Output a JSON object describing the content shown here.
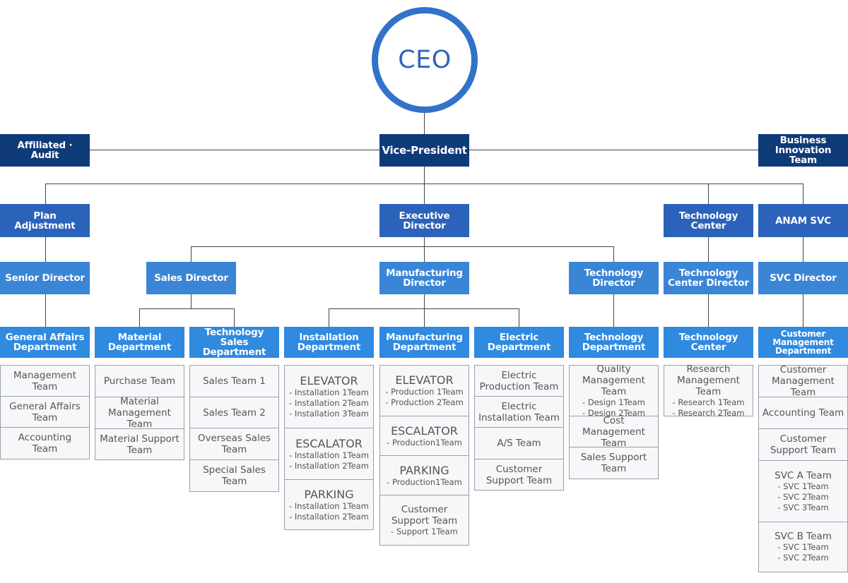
{
  "ceo": "CEO",
  "top_row": {
    "affiliated": "Affiliated · Audit",
    "vice_president": "Vice-President",
    "business_innovation": "Business\nInnovation Team"
  },
  "level2": {
    "plan_adjustment": "Plan Adjustment",
    "executive_director": "Executive\nDirector",
    "technology_center": "Technology\nCenter",
    "anam_svc": "ANAM SVC"
  },
  "level3": {
    "senior_director": "Senior Director",
    "sales_director": "Sales Director",
    "manufacturing_director": "Manufacturing\nDirector",
    "technology_director": "Technology\nDirector",
    "technology_center_director": "Technology\nCenter Director",
    "svc_director": "SVC Director"
  },
  "departments": {
    "general_affairs": "General Affairs\nDepartment",
    "material": "Material\nDepartment",
    "technology_sales": "Technology Sales\nDepartment",
    "installation": "Installation\nDepartment",
    "manufacturing": "Manufacturing\nDepartment",
    "electric": "Electric\nDepartment",
    "technology": "Technology\nDepartment",
    "technology_center": "Technology\nCenter",
    "customer_management": "Customer\nManagement\nDepartment"
  },
  "teams": {
    "general_affairs": [
      {
        "title": "Management\nTeam"
      },
      {
        "title": "General Affairs\nTeam"
      },
      {
        "title": "Accounting\nTeam"
      }
    ],
    "material": [
      {
        "title": "Purchase Team"
      },
      {
        "title": "Material\nManagement Team"
      },
      {
        "title": "Material Support\nTeam"
      }
    ],
    "technology_sales": [
      {
        "title": "Sales Team 1"
      },
      {
        "title": "Sales Team 2"
      },
      {
        "title": "Overseas Sales\nTeam"
      },
      {
        "title": "Special Sales\nTeam"
      }
    ],
    "installation": [
      {
        "title": "ELEVATOR",
        "sub": "- Installation 1Team\n- Installation 2Team\n- Installation 3Team"
      },
      {
        "title": "ESCALATOR",
        "sub": "- Installation 1Team\n- Installation 2Team"
      },
      {
        "title": "PARKING",
        "sub": "- Installation 1Team\n- Installation 2Team"
      }
    ],
    "manufacturing": [
      {
        "title": "ELEVATOR",
        "sub": "- Production 1Team\n- Production 2Team"
      },
      {
        "title": "ESCALATOR",
        "sub": "- Production1Team"
      },
      {
        "title": "PARKING",
        "sub": "- Production1Team"
      },
      {
        "title": "Customer\nSupport Team",
        "sub": "- Support 1Team"
      }
    ],
    "electric": [
      {
        "title": "Electric\nProduction Team"
      },
      {
        "title": "Electric\nInstallation Team"
      },
      {
        "title": "A/S Team"
      },
      {
        "title": "Customer\nSupport Team"
      }
    ],
    "technology": [
      {
        "title": "Quality\nManagement Team",
        "sub": "- Design 1Team\n- Design 2Team"
      },
      {
        "title": "Cost\nManagement Team"
      },
      {
        "title": "Sales Support\nTeam"
      }
    ],
    "technology_center": [
      {
        "title": "Research\nManagement Team",
        "sub": "- Research 1Team\n- Research 2Team"
      }
    ],
    "customer_management": [
      {
        "title": "Customer\nManagement Team"
      },
      {
        "title": "Accounting Team"
      },
      {
        "title": "Customer\nSupport Team"
      },
      {
        "title": "SVC A Team",
        "sub": "- SVC 1Team\n- SVC 2Team\n- SVC 3Team"
      },
      {
        "title": "SVC B Team",
        "sub": "- SVC 1Team\n- SVC 2Team"
      }
    ]
  },
  "colors": {
    "dark_node": "#0f3a78",
    "mid_node": "#2b62ba",
    "light_node": "#3b85d6",
    "ceo_ring": "#3272c9",
    "connector": "#444444",
    "team_border": "#9aa0a8",
    "team_fill": "#f6f7f9"
  }
}
